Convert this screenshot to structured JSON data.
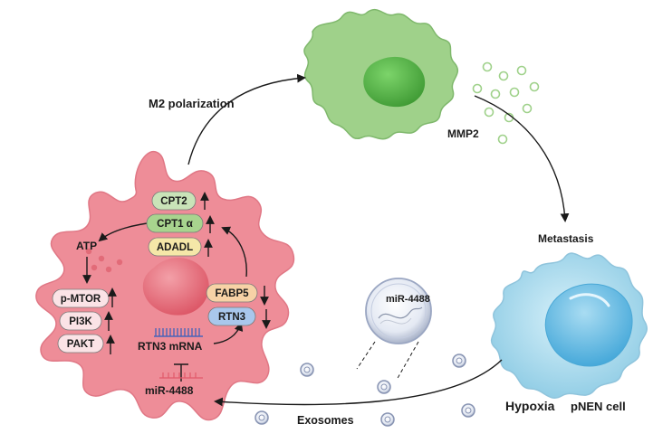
{
  "labels": {
    "m2_polarization": "M2 polarization",
    "mmp2": "MMP2",
    "metastasis": "Metastasis",
    "hypoxia": "Hypoxia",
    "pnen_cell": "pNEN cell",
    "exosomes": "Exosomes",
    "atp": "ATP",
    "rtn3_mrna": "RTN3 mRNA",
    "mir_inside": "miR-4488",
    "mir_exosome": "miR-4488"
  },
  "pills": {
    "cpt2": "CPT2",
    "cpt1a": "CPT1 α",
    "adadl": "ADADL",
    "p_mtor": "p-MTOR",
    "pi3k": "PI3K",
    "pakt": "PAKT",
    "fabp5": "FABP5",
    "rtn3": "RTN3"
  },
  "colors": {
    "macrophage_m1": "#ee8d98",
    "macrophage_m2": "#9fd18a",
    "tumor_cell": "#a9dcef",
    "nucleus_m1": "#e66776",
    "nucleus_m2": "#5cb84a",
    "nucleus_tumor": "#6fbfe6"
  }
}
